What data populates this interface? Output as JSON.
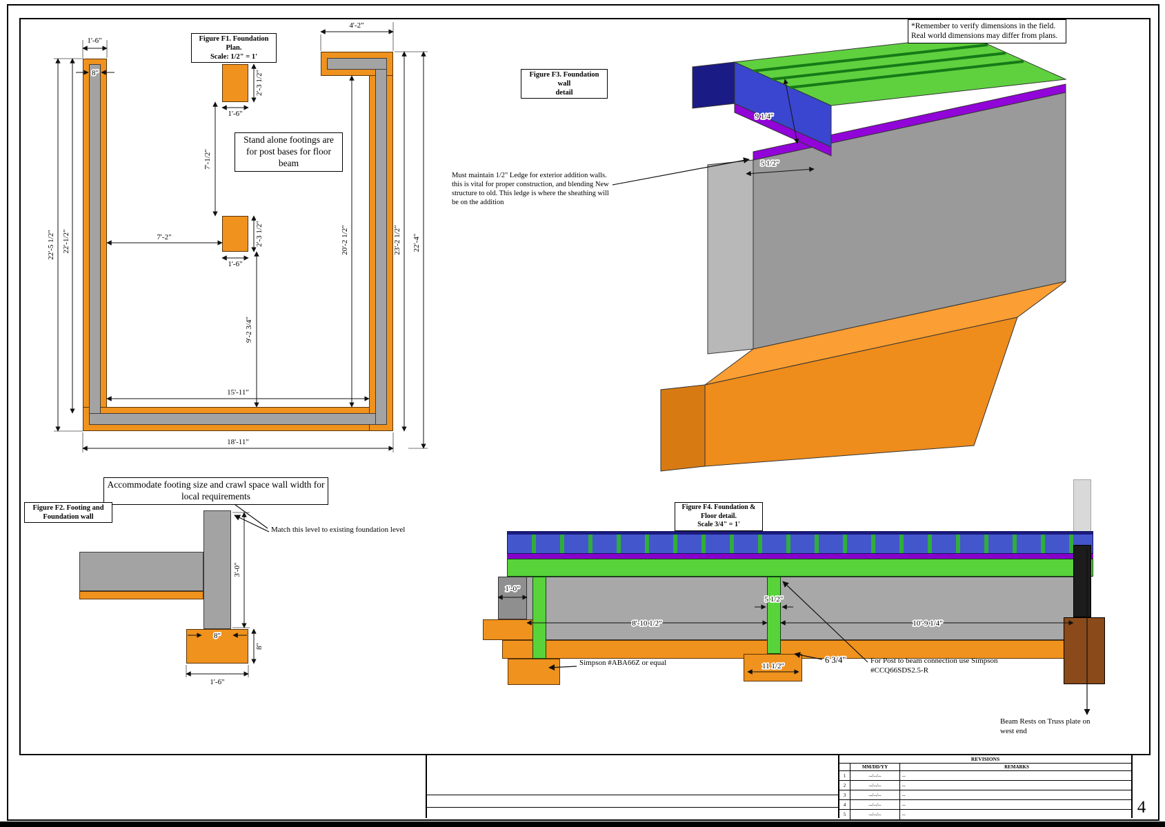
{
  "page": {
    "number": "4"
  },
  "disclaimer": {
    "line1": "*Remember to verify dimensions in the field.",
    "line2": "Real world dimensions may differ from plans."
  },
  "colors": {
    "footing_orange": "#f0921e",
    "wall_gray": "#9a9a9a",
    "wall_gray_light": "#b8b8b8",
    "floor_green": "#5fd13f",
    "rim_blue": "#3a46cf",
    "rim_navy": "#1b1b85",
    "sill_purple": "#9105d8",
    "footing_top": "#fb9e33",
    "footing_front": "#ee8c1c",
    "footing_side": "#d87a12"
  },
  "f1": {
    "title_line1": "Figure F1. Foundation Plan.",
    "title_line2": "Scale: 1/2\" = 1'",
    "note": "Stand alone footings are for post bases for floor beam",
    "dims": {
      "top_left_width": "1'-6\"",
      "wall_8": "8\"",
      "top_right": "4'-2\"",
      "footing1_h": "2'-3 1/2\"",
      "footing1_w": "1'-6\"",
      "gap": "7'-1/2\"",
      "footing2_h": "2'-3 1/2\"",
      "footing2_w": "1'-6\"",
      "left_to_footing": "7'-2\"",
      "left_outer": "22'-5 1/2\"",
      "left_inner": "22'-1/2\"",
      "footing_to_bottom": "9'-2 3/4\"",
      "bottom_inner": "15'-11\"",
      "bottom_outer": "18'-11\"",
      "right_inner": "20'-2 1/2\"",
      "right_mid": "23'-2 1/2\"",
      "right_outer": "22'-4\""
    }
  },
  "f2": {
    "title_line1": "Figure F2. Footing and",
    "title_line2": "Foundation wall",
    "note": "Accommodate footing size and crawl space wall width for local requirements",
    "match_note": "Match this level to existing foundation level",
    "dims": {
      "wall_height": "3'-0\"",
      "wall_width": "8\"",
      "footing_height": "8\"",
      "footing_width": "1'-6\""
    }
  },
  "f3": {
    "title_line1": "Figure F3. Foundation wall",
    "title_line2": "detail",
    "note": "Must maintain 1/2\" Ledge for exterior addition walls. this is vital for proper construction, and blending New structure to old. This ledge is where the sheathing will be on the addition",
    "dims": {
      "rim_height": "9 1/4\"",
      "sill_width": "5 1/2\""
    }
  },
  "f4": {
    "title_line1": "Figure F4. Foundation &",
    "title_line2": "Floor detail.",
    "title_line3": "Scale 3/4\" = 1'",
    "note_simpson_base": "Simpson #ABA66Z or equal",
    "note_simpson_cap": "For Post to beam connection use Simpson #CCQ66SDS2.5-R",
    "note_beam": "Beam Rests on Truss plate on west end",
    "dims": {
      "pier": "1'-0\"",
      "span_left": "8'-10 1/2\"",
      "post_width": "5 1/2\"",
      "span_right": "10'-9 1/4\"",
      "footing_width": "11 1/2\"",
      "offset": "6 3/4\""
    }
  },
  "titleblock": {
    "revisions_title": "REVISIONS",
    "col_date": "MM/DD/YY",
    "col_remarks": "REMARKS",
    "rows": [
      {
        "num": "1",
        "date": "--/--/--",
        "remark": "--"
      },
      {
        "num": "2",
        "date": "--/--/--",
        "remark": "--"
      },
      {
        "num": "3",
        "date": "--/--/--",
        "remark": "--"
      },
      {
        "num": "4",
        "date": "--/--/--",
        "remark": "--"
      },
      {
        "num": "5",
        "date": "--/--/--",
        "remark": "--"
      }
    ]
  }
}
